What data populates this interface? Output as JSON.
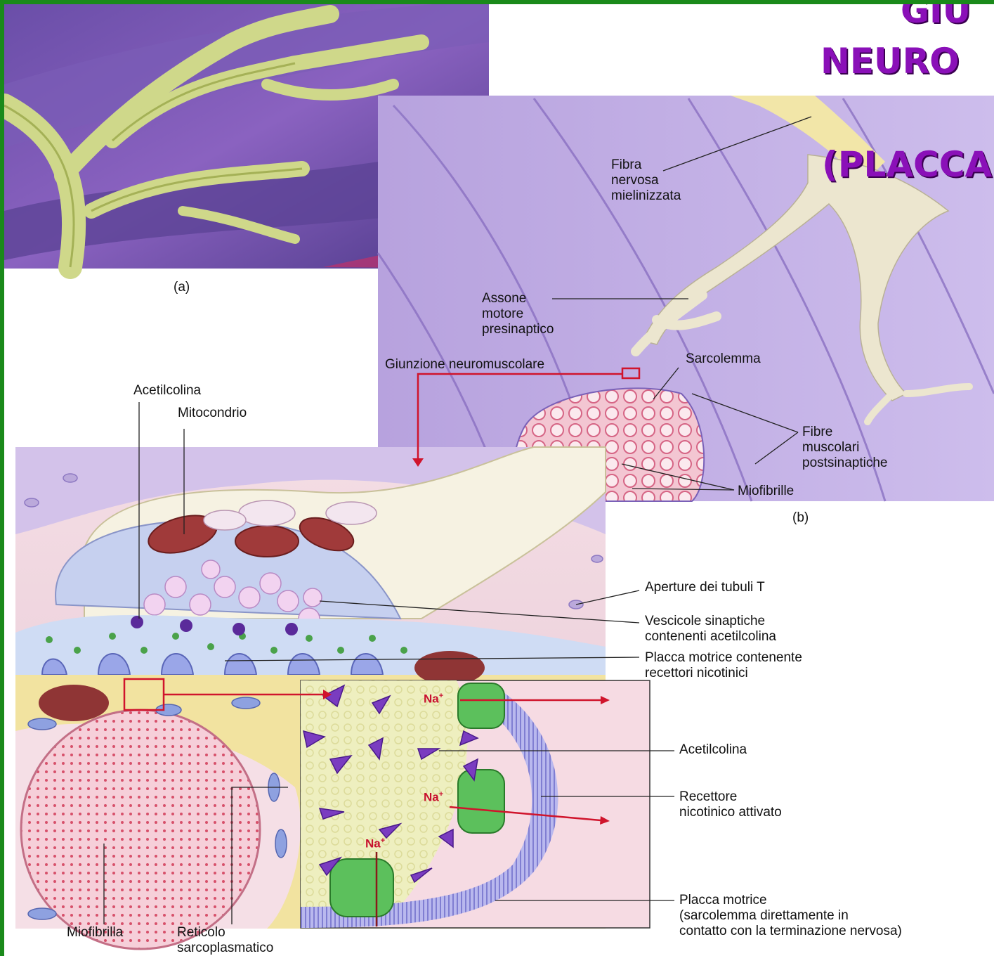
{
  "title": {
    "line1": "GIU",
    "line2": "NEURO",
    "line3": "(PLACCA"
  },
  "panel_a": {
    "caption": "(a)"
  },
  "panel_b": {
    "caption": "(b)",
    "labels": {
      "fibra": "Fibra\nnervosa\nmielinizzata",
      "assone": "Assone\nmotore\npresinaptico",
      "giunzione": "Giunzione neuromuscolare",
      "sarcolemma": "Sarcolemma",
      "fibre": "Fibre\nmuscolari\npostsinaptiche",
      "miofibrille": "Miofibrille"
    }
  },
  "panel_c": {
    "labels": {
      "acetilcolina_top": "Acetilcolina",
      "mitocondrio": "Mitocondrio",
      "aperture": "Aperture dei tubuli T",
      "vescicole": "Vescicole sinaptiche\ncontenenti acetilcolina",
      "placca_rec": "Placca motrice contenente\nrecettori nicotinici",
      "acetilcolina": "Acetilcolina",
      "recettore": "Recettore\nnicotinico attivato",
      "placca_sarc": "Placca motrice\n(sarcolemma direttamente in\ncontatto con la terminazione nervosa)",
      "miofibrilla": "Miofibrilla",
      "reticolo": "Reticolo\nsarcoplasmatico"
    },
    "ion": "Na",
    "ion_charge": "+"
  },
  "colors": {
    "frame": "#1a8a1a",
    "title": "#8a10b8",
    "arrow": "#d0142c",
    "muscle": "#9a7fd0",
    "nerve": "#e8e4c8",
    "receptor": "#5cc05c"
  }
}
